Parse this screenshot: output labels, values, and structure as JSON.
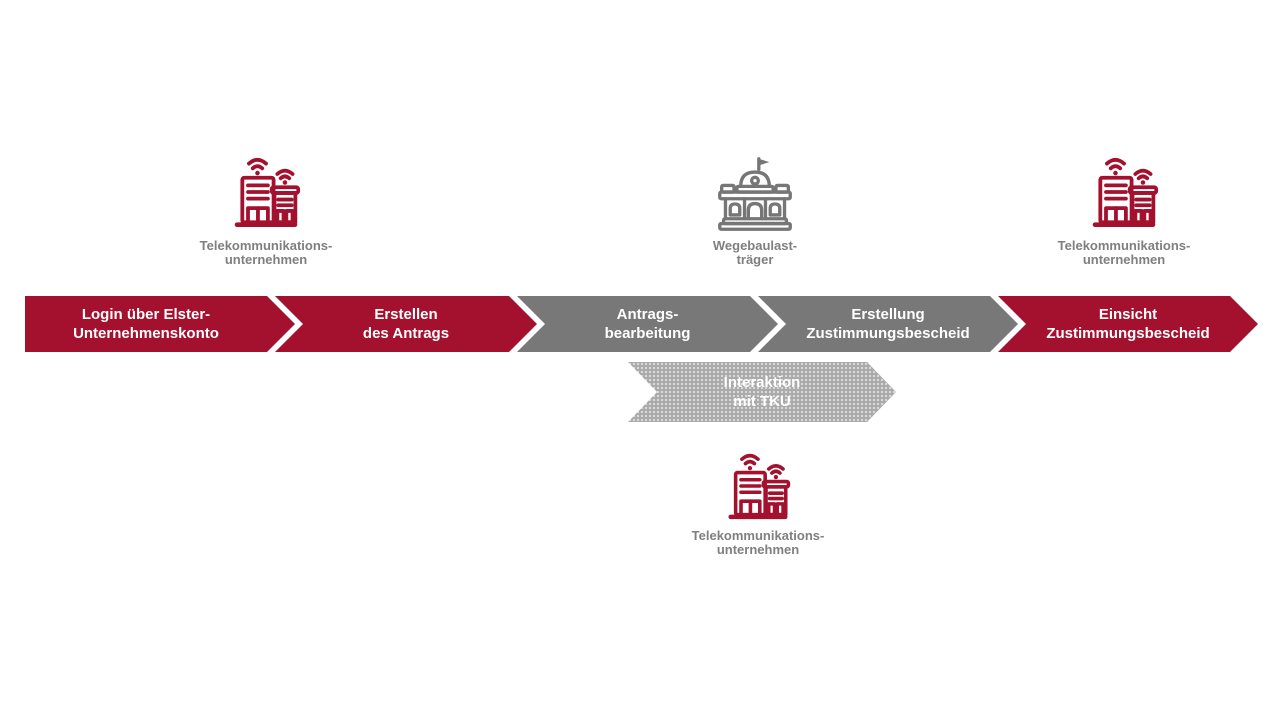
{
  "colors": {
    "step_red": "#A3112F",
    "step_gray": "#787878",
    "sub_arrow_gray": "#ABABAB",
    "caption_gray": "#7F7F7F",
    "icon_red": "#A3112F",
    "icon_gray": "#767676",
    "step_text": "#FFFFFF",
    "background": "#FFFFFF"
  },
  "process_steps": [
    {
      "line1": "Login über Elster-",
      "line2": "Unternehmenskonto",
      "color": "red"
    },
    {
      "line1": "Erstellen",
      "line2": "des Antrags",
      "color": "red"
    },
    {
      "line1": "Antrags-",
      "line2": "bearbeitung",
      "color": "gray"
    },
    {
      "line1": "Erstellung",
      "line2": "Zustimmungsbescheid",
      "color": "gray"
    },
    {
      "line1": "Einsicht",
      "line2": "Zustimmungsbescheid",
      "color": "red"
    }
  ],
  "sub_arrow": {
    "line1": "Interaktion",
    "line2": "mit TKU",
    "color": "light-gray"
  },
  "actors": {
    "tku_top_left": {
      "icon": "telecom-buildings-icon",
      "line1": "Telekommunikations-",
      "line2": "unternehmen"
    },
    "wegebaulast": {
      "icon": "government-building-icon",
      "line1": "Wegebaulast-",
      "line2": "träger"
    },
    "tku_top_right": {
      "icon": "telecom-buildings-icon",
      "line1": "Telekommunikations-",
      "line2": "unternehmen"
    },
    "tku_bottom": {
      "icon": "telecom-buildings-icon",
      "line1": "Telekommunikations-",
      "line2": "unternehmen"
    }
  }
}
